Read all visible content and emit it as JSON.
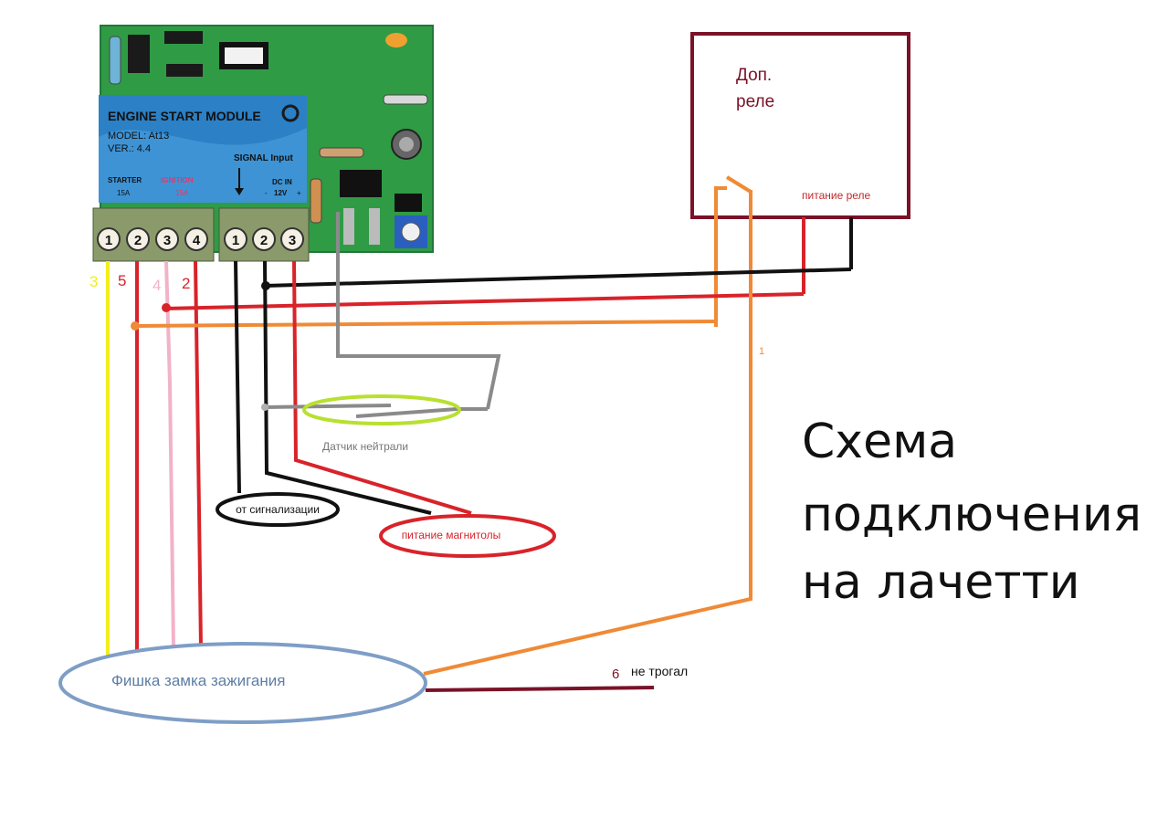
{
  "module": {
    "name": "ENGINE START MODULE",
    "model": "MODEL: At13",
    "version": "VER.: 4.4",
    "starter_label": "STARTER",
    "starter_rating": "15A",
    "ignition_label": "IGNITION",
    "ignition_rating": "15A",
    "signal_label": "SIGNAL Input",
    "dc_label": "DC IN",
    "dc_voltage": "12V",
    "dc_minus": "-",
    "dc_plus": "+",
    "left_terminals": [
      "1",
      "2",
      "3",
      "4"
    ],
    "right_terminals": [
      "1",
      "2",
      "3"
    ]
  },
  "wire_numbers": {
    "yellow": "3",
    "red": "5",
    "pink": "4",
    "red2": "2",
    "orange": "1",
    "unused": "6"
  },
  "relay": {
    "title_line1": "Доп.",
    "title_line2": "реле",
    "power_label": "питание реле"
  },
  "labels": {
    "neutral_sensor": "Датчик нейтрали",
    "from_alarm": "от сигнализации",
    "radio_power": "питание магнитолы",
    "ignition_plug": "Фишка замка зажигания",
    "not_touched": "не трогал"
  },
  "title": {
    "line1": "Схема",
    "line2": "подключения",
    "line3": "на лачетти"
  },
  "colors": {
    "yellow": "#f2ee1a",
    "red": "#d8232a",
    "pink": "#f2b2c8",
    "black": "#111111",
    "orange": "#ef8a36",
    "gray": "#8a8a8a",
    "green_oval": "#b8e030",
    "relay_frame": "#7a1228",
    "plug_oval": "#7e9ec6",
    "pcb": "#2f9b45",
    "housing": "#2b80c6"
  }
}
